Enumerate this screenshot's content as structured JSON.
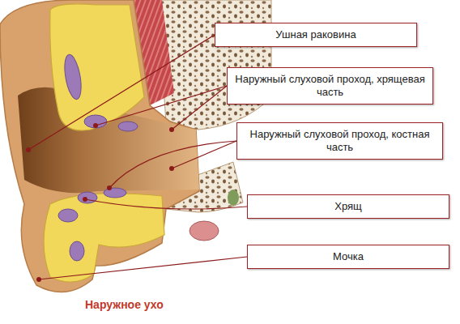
{
  "diagram": {
    "caption": "Наружное ухо",
    "nodes": [
      {
        "text": [
          "Ушная раковина"
        ]
      },
      {
        "text": [
          "Наружный слуховой проход, хрящевая часть"
        ]
      },
      {
        "text": [
          "Наружный слуховой проход, костная часть"
        ]
      },
      {
        "text": [
          "Хрящ"
        ]
      },
      {
        "text": [
          "Мочка"
        ]
      }
    ]
  }
}
